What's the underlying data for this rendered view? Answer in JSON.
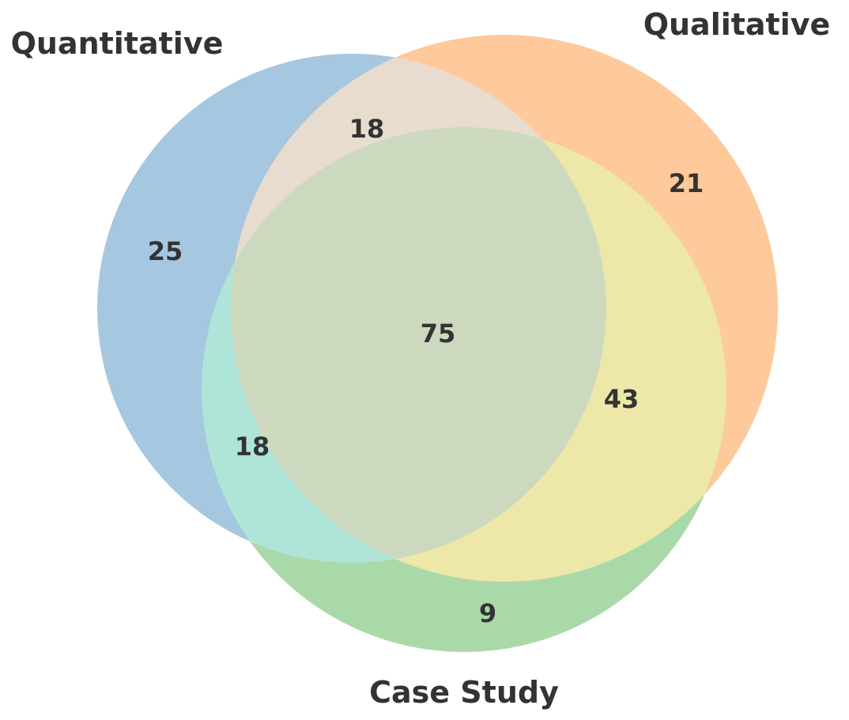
{
  "diagram": {
    "type": "venn3",
    "sets": [
      {
        "name": "Quantitative",
        "color": "#a6c7e0"
      },
      {
        "name": "Qualitative",
        "color": "#fec99b"
      },
      {
        "name": "Case Study",
        "color": "#aad9a9"
      }
    ],
    "regions": {
      "quantitative_only": "25",
      "qualitative_only": "21",
      "case_study_only": "9",
      "quantitative_qualitative": "18",
      "quantitative_case_study": "18",
      "qualitative_case_study": "43",
      "all_three": "75"
    },
    "overlap_colors": {
      "quantitative_qualitative": "#e8dccf",
      "quantitative_case_study": "#afe5d8",
      "qualitative_case_study": "#ede8a8",
      "all_three": "#cdd9bf"
    },
    "text_color": "#333333"
  }
}
